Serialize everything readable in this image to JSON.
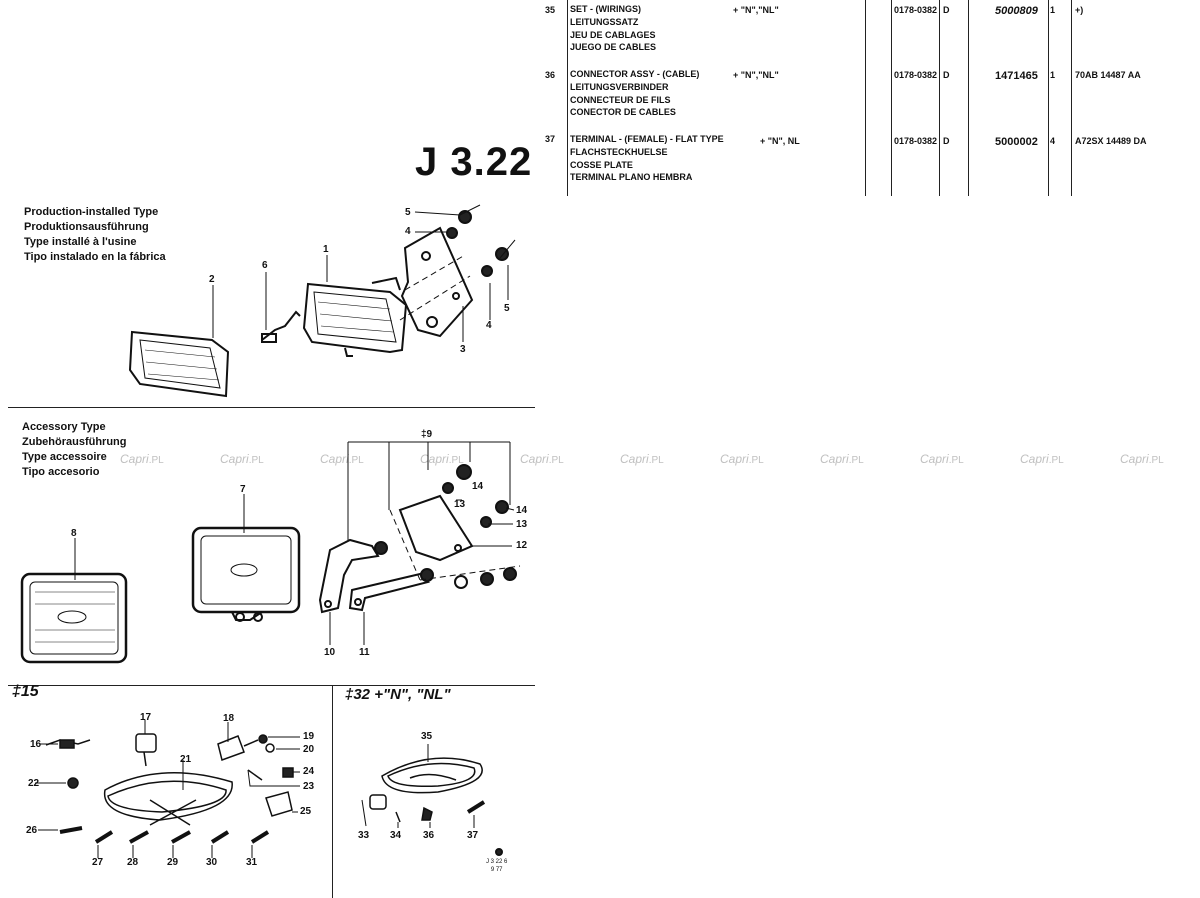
{
  "page": {
    "title": "J 3.22"
  },
  "table": {
    "rows": [
      {
        "ref": "35",
        "desc": [
          "SET - (WIRINGS)",
          "LEITUNGSSATZ",
          "JEU DE CABLAGES",
          "JUEGO DE CABLES"
        ],
        "applic": "+ \"N\",\"NL\"",
        "range": "0178-0382",
        "code": "D",
        "part": "5000809",
        "qty": "1",
        "remark": "+)"
      },
      {
        "ref": "36",
        "desc": [
          "CONNECTOR ASSY - (CABLE)",
          "LEITUNGSVERBINDER",
          "CONNECTEUR DE FILS",
          "CONECTOR DE CABLES"
        ],
        "applic": "+ \"N\",\"NL\"",
        "range": "0178-0382",
        "code": "D",
        "part": "1471465",
        "qty": "1",
        "remark": "70AB 14487 AA"
      },
      {
        "ref": "37",
        "desc": [
          "TERMINAL - (FEMALE) - FLAT TYPE",
          "FLACHSTECKHUELSE",
          "COSSE PLATE",
          "TERMINAL PLANO HEMBRA"
        ],
        "applic": "+ \"N\", NL",
        "range": "0178-0382",
        "code": "D",
        "part": "5000002",
        "qty": "4",
        "remark": "A72SX 14489 DA"
      }
    ]
  },
  "production": {
    "lines": [
      "Production-installed Type",
      "Produktionsausführung",
      "Type installé à l'usine",
      "Tipo instalado en la fábrica"
    ],
    "callouts": [
      "1",
      "2",
      "3",
      "4",
      "4",
      "5",
      "5",
      "6"
    ]
  },
  "accessory": {
    "lines": [
      "Accessory Type",
      "Zubehörausführung",
      "Type accessoire",
      "Tipo accesorio"
    ],
    "group": "‡9",
    "callouts": [
      "7",
      "8",
      "10",
      "11",
      "12",
      "13",
      "13",
      "14",
      "14"
    ]
  },
  "panel15": {
    "title": "‡15",
    "callouts": [
      "16",
      "17",
      "18",
      "19",
      "20",
      "21",
      "22",
      "23",
      "24",
      "25",
      "26",
      "27",
      "28",
      "29",
      "30",
      "31"
    ]
  },
  "panel32": {
    "title": "‡32 +\"N\", \"NL\"",
    "callouts": [
      "33",
      "34",
      "35",
      "36",
      "37"
    ],
    "stamp": [
      "J 3 22 6",
      "9 77"
    ]
  },
  "watermark": {
    "text": "Capri",
    "suffix": ".PL"
  }
}
